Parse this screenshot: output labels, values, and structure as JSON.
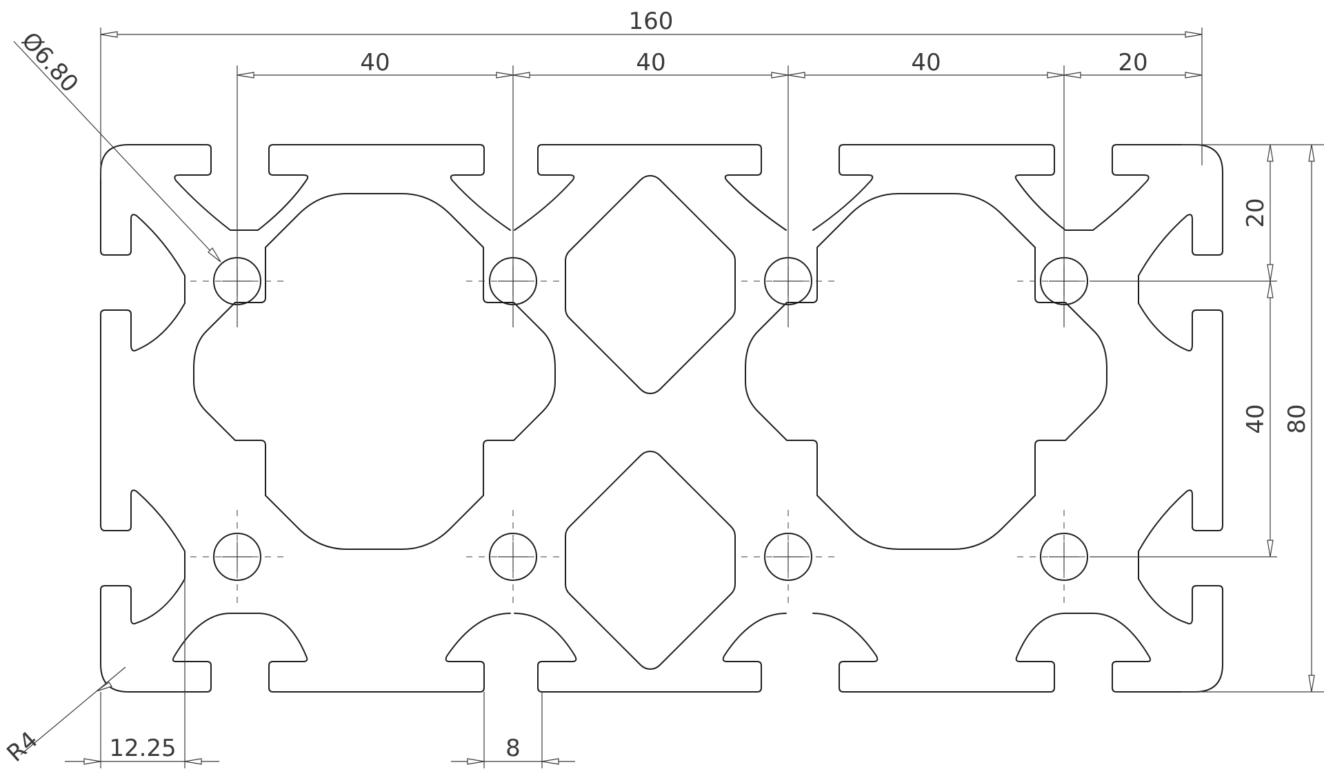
{
  "drawing": {
    "dimensions": {
      "overall_width": "160",
      "pitch_1": "40",
      "pitch_2": "40",
      "pitch_3": "40",
      "end_offset": "20",
      "vertical_offset": "20",
      "vertical_pitch": "40",
      "overall_height": "80",
      "hole_diameter": "Ø6.80",
      "corner_radius": "R4",
      "slot_depth": "12.25",
      "slot_width": "8"
    }
  }
}
